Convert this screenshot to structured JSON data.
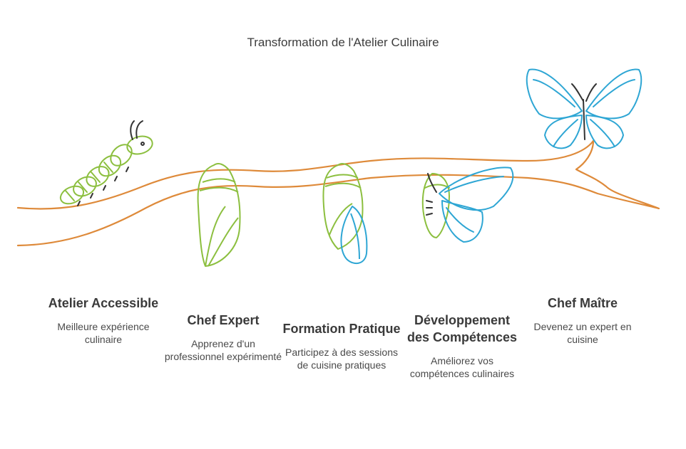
{
  "title": "Transformation de l'Atelier Culinaire",
  "colors": {
    "branch": "#de8a3a",
    "caterpillar": "#8cbf3f",
    "butterfly": "#2ea6d4",
    "antenna": "#333333",
    "text": "#3a3a3a"
  },
  "stages": [
    {
      "title": "Atelier Accessible",
      "description": "Meilleure expérience culinaire",
      "icon": "caterpillar-icon"
    },
    {
      "title": "Chef Expert",
      "description": "Apprenez d'un professionnel expérimenté",
      "icon": "chrysalis-icon"
    },
    {
      "title": "Formation Pratique",
      "description": "Participez à des sessions de cuisine pratiques",
      "icon": "chrysalis-wing-icon"
    },
    {
      "title": "Développement des Compétences",
      "description": "Améliorez vos compétences culinaires",
      "icon": "emerging-butterfly-icon"
    },
    {
      "title": "Chef Maître",
      "description": "Devenez un expert en cuisine",
      "icon": "butterfly-icon"
    }
  ]
}
